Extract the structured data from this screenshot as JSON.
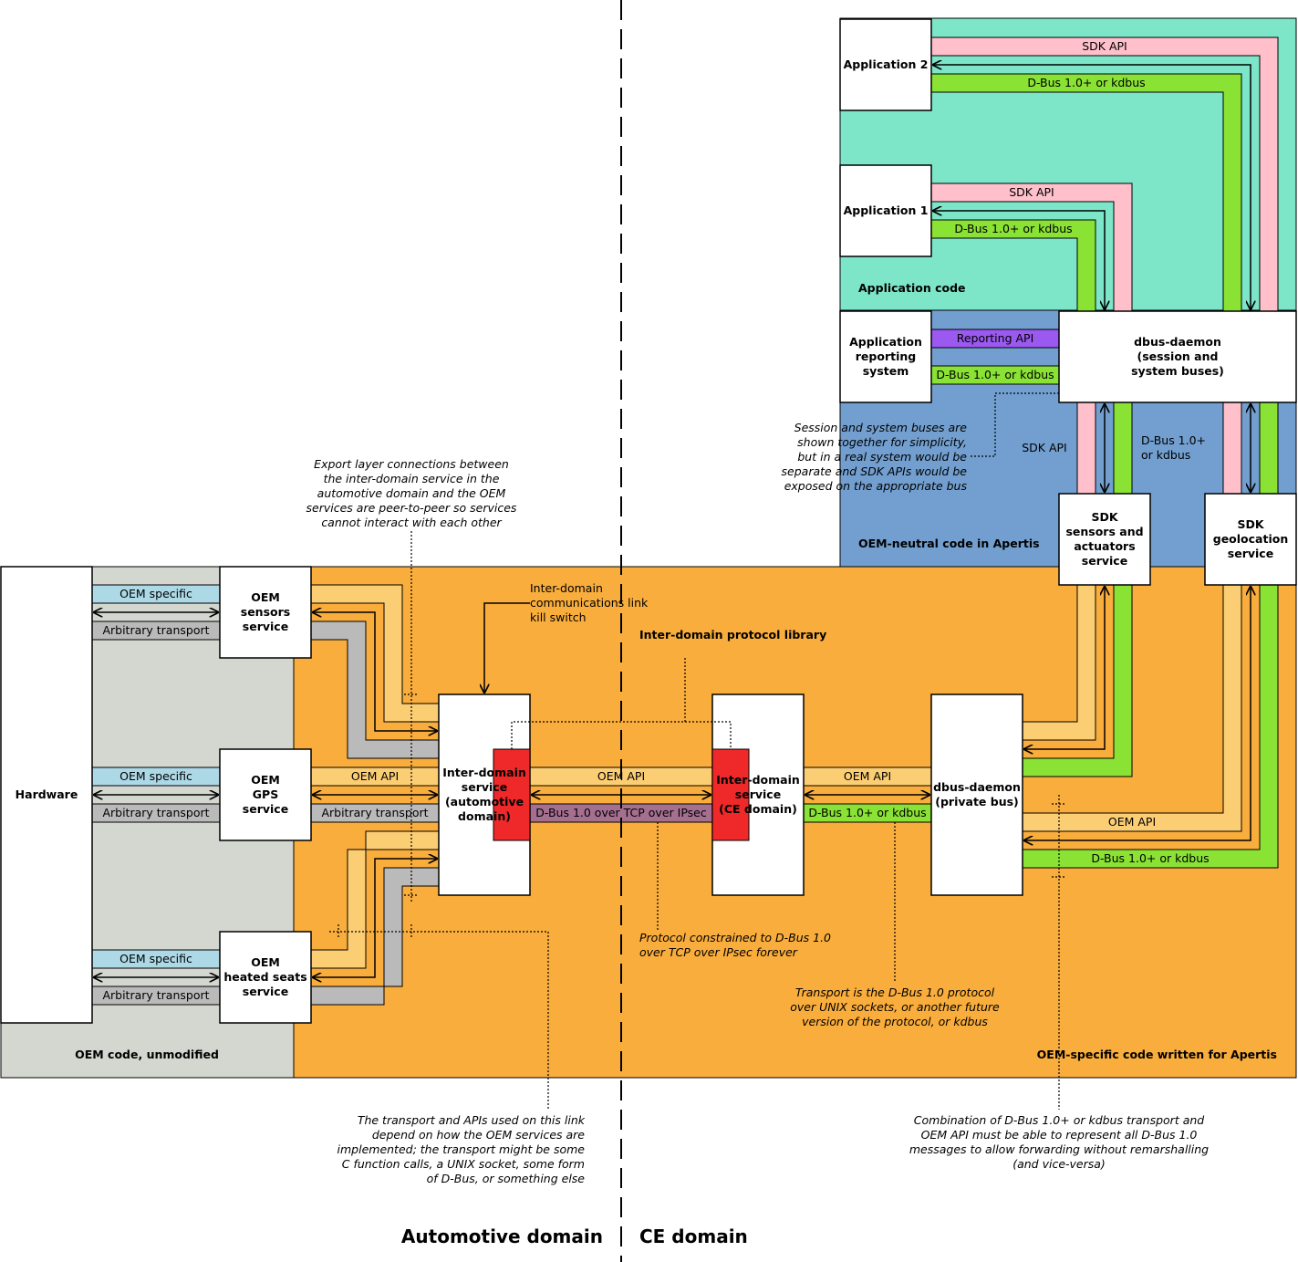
{
  "colors": {
    "app_region": "#7de6c8",
    "oem_neutral_region": "#729fcf",
    "oem_specific_region": "#f9ad3c",
    "oem_unmodified_region": "#d3d7cf",
    "sdk_api": "#ffc0cb",
    "dbus_green": "#8ae234",
    "oem_api": "#fcce74",
    "reporting_api": "#9b59f0",
    "oem_specific_strip": "#add8e6",
    "arbitrary_transport": "#bababa",
    "dbus_tcp": "#a57090",
    "kill_switch": "#ef2929"
  },
  "regions": {
    "app_code": "Application code",
    "oem_neutral": "OEM-neutral code in Apertis",
    "oem_specific": "OEM-specific code written for Apertis",
    "oem_unmodified": "OEM code, unmodified"
  },
  "domains": {
    "automotive": "Automotive domain",
    "ce": "CE domain"
  },
  "boxes": {
    "hardware": "Hardware",
    "oem_sensors": [
      "OEM",
      "sensors",
      "service"
    ],
    "oem_gps": [
      "OEM",
      "GPS",
      "service"
    ],
    "oem_heated": [
      "OEM",
      "heated seats",
      "service"
    ],
    "inter_auto": [
      "Inter-domain",
      "service",
      "(automotive",
      "domain)"
    ],
    "inter_ce": [
      "Inter-domain",
      "service",
      "(CE domain)"
    ],
    "dbus_private": [
      "dbus-daemon",
      "(private bus)"
    ],
    "app2": "Application 2",
    "app1": "Application 1",
    "reporting": [
      "Application",
      "reporting",
      "system"
    ],
    "dbus_session": [
      "dbus-daemon",
      "(session and",
      "system buses)"
    ],
    "sdk_sensors": [
      "SDK",
      "sensors and",
      "actuators",
      "service"
    ],
    "sdk_geo": [
      "SDK",
      "geolocation",
      "service"
    ]
  },
  "strips": {
    "sdk_api": "SDK API",
    "dbus_kdbus": "D-Bus 1.0+ or kdbus",
    "dbus_kdbus_wrapped": [
      "D-Bus 1.0+",
      "or kdbus"
    ],
    "reporting_api": "Reporting API",
    "oem_specific": "OEM specific",
    "arbitrary_transport": "Arbitrary transport",
    "oem_api": "OEM API",
    "dbus_tcp": "D-Bus 1.0 over TCP over IPsec"
  },
  "labels": {
    "inter_domain_protocol_library": "Inter-domain protocol library",
    "kill_switch": [
      "Inter-domain",
      "communications link",
      "kill switch"
    ]
  },
  "notes": {
    "session_buses": [
      "Session and system buses are",
      "shown together for simplicity,",
      "but in a real system would be",
      "separate and SDK APIs would be",
      "exposed on the appropriate bus"
    ],
    "export_layer": [
      "Export layer connections between",
      "the inter-domain service in the",
      "automotive domain and the OEM",
      "services are peer-to-peer so services",
      "cannot interact with each other"
    ],
    "protocol_constrained": [
      "Protocol constrained to D-Bus 1.0",
      "over TCP over IPsec forever"
    ],
    "transport_dbus": [
      "Transport is the D-Bus 1.0 protocol",
      "over UNIX sockets, or another future",
      "version of the protocol, or kdbus"
    ],
    "transport_apis": [
      "The transport and APIs used on this link",
      "depend on how the OEM services are",
      "implemented; the transport might be some",
      "C function calls, a UNIX socket, some form",
      "of D-Bus, or something else"
    ],
    "combination": [
      "Combination of D-Bus 1.0+ or kdbus transport and",
      "OEM API must be able to represent all D-Bus 1.0",
      "messages to allow forwarding without remarshalling",
      "(and vice-versa)"
    ]
  }
}
